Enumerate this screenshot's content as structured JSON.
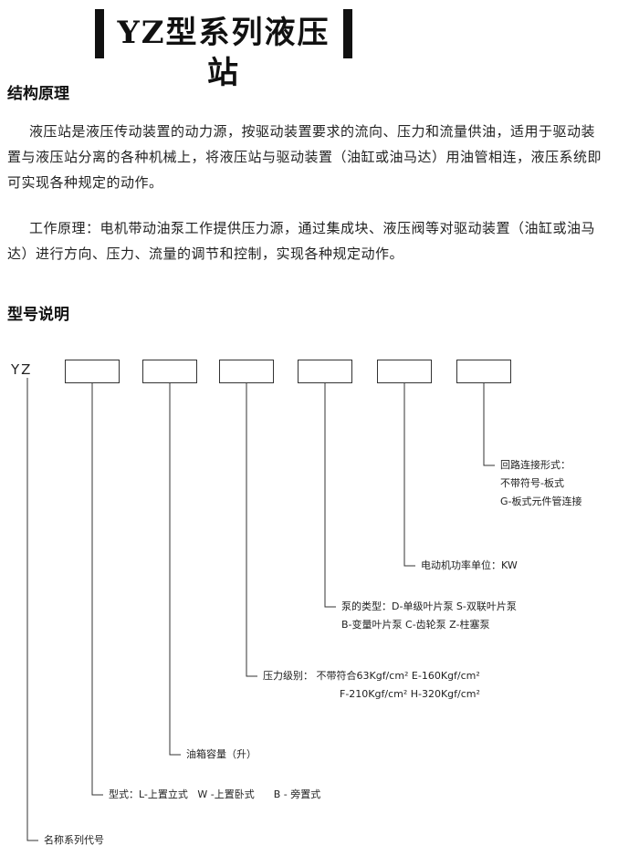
{
  "title": "YZ型系列液压站",
  "sections": {
    "principle": {
      "heading": "结构原理",
      "paragraph1_lines": [
        "液压站是液压传动装置的动力源，按驱动装置要求的流向、压力和流量供油，适用于驱动装",
        "置与液压站分离的各种机械上，将液压站与驱动装置（油缸或油马达）用油管相连，液压系统即",
        "可实现各种规定的动作。"
      ],
      "paragraph2_lines": [
        "工作原理：电机带动油泵工作提供压力源，通过集成块、液压阀等对驱动装置（油缸或油马",
        "达）进行方向、压力、流量的调节和控制，实现各种规定动作。"
      ]
    },
    "model": {
      "heading": "型号说明",
      "prefix": "YZ",
      "annotations": {
        "connection": [
          "回路连接形式：",
          "不带符号-板式",
          "G-板式元件管连接"
        ],
        "motor_power": [
          "电动机功率单位：KW"
        ],
        "pump_type": [
          "泵的类型：D-单级叶片泵  S-双联叶片泵",
          "B-变量叶片泵  C-齿轮泵  Z-柱塞泵"
        ],
        "pressure_level": [
          "压力级别：  不带符合63Kgf/cm²  E-160Kgf/cm²",
          "F-210Kgf/cm²    H-320Kgf/cm²"
        ],
        "tank_volume": [
          "油箱容量（升）"
        ],
        "form": [
          "型式：L-上置立式   W -上置卧式      B - 旁置式"
        ],
        "series_code": [
          "名称系列代号"
        ]
      }
    }
  }
}
